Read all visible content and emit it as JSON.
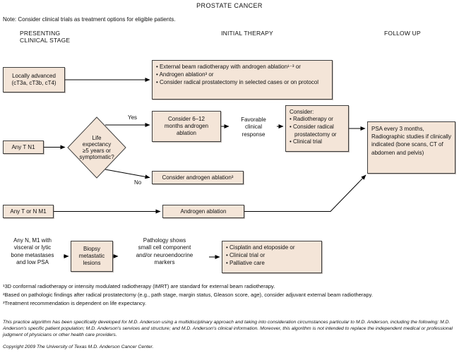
{
  "title": "PROSTATE CANCER",
  "note": "Note: Consider clinical trials as treatment options for eligible patients.",
  "colors": {
    "box_fill": "#f4e5d8",
    "box_border": "#3f3f3f",
    "line": "#000000"
  },
  "columns": {
    "presenting": "PRESENTING\nCLINICAL STAGE",
    "initial": "INITIAL THERAPY",
    "followup": "FOLLOW UP"
  },
  "locally_advanced": {
    "stage": "Locally advanced\n(cT3a, cT3b, cT4)",
    "therapy_bullets": [
      "External beam radiotherapy with androgen ablation¹⁻³ or",
      "Androgen ablation³ or",
      "Consider radical prostatectomy in selected cases or on protocol"
    ]
  },
  "node_positive": {
    "stage": "Any T N1",
    "decision": "Life\nexpectancy\n≥5 years or\nsymptomatic?",
    "yes_label": "Yes",
    "no_label": "No",
    "yes_therapy": "Consider 6–12\nmonths androgen\nablation",
    "favorable": "Favorable\nclinical\nresponse",
    "consider_title": "Consider:",
    "consider_bullets": [
      "Radiotherapy or",
      "Consider radical prostatectomy or",
      "Clinical trial"
    ],
    "no_therapy": "Consider androgen ablation³",
    "followup": "PSA every 3 months, Radiographic studies if clinically indicated (bone scans, CT of abdomen and pelvis)"
  },
  "metastatic": {
    "stage": "Any T or N M1",
    "therapy": "Androgen ablation"
  },
  "small_cell": {
    "stage": "Any N, M1 with\nvisceral or lytic\nbone metastases\nand low PSA",
    "biopsy": "Biopsy\nmetastatic\nlesions",
    "pathology": "Pathology shows\nsmall cell component\nand/or neuroendocrine\nmarkers",
    "therapy_bullets": [
      "Cisplatin and etoposide or",
      "Clinical trial or",
      "Palliative care"
    ]
  },
  "footnotes": [
    "¹3D conformal radiotherapy or intensity modulated radiotherapy (IMRT) are standard for external beam radiotherapy.",
    "²Based on pathologic findings after radical prostatectomy (e.g., path stage, margin status, Gleason score, age), consider adjuvant external beam radiotherapy.",
    "³Treatment recommendation is dependent on life expectancy."
  ],
  "disclaimer": "This practice algorithm has been specifically developed for M.D. Anderson using a multidisciplinary approach and taking into consideration circumstances particular to M.D. Anderson, including the following: M.D. Anderson's specific patient population; M.D. Anderson's services and structure; and M.D. Anderson's clinical information. Moreover, this algorithm is not intended to replace the independent medical or professional judgment of physicians or other health care providers.",
  "copyright": "Copyright 2009 The University of Texas M.D. Anderson Cancer Center."
}
